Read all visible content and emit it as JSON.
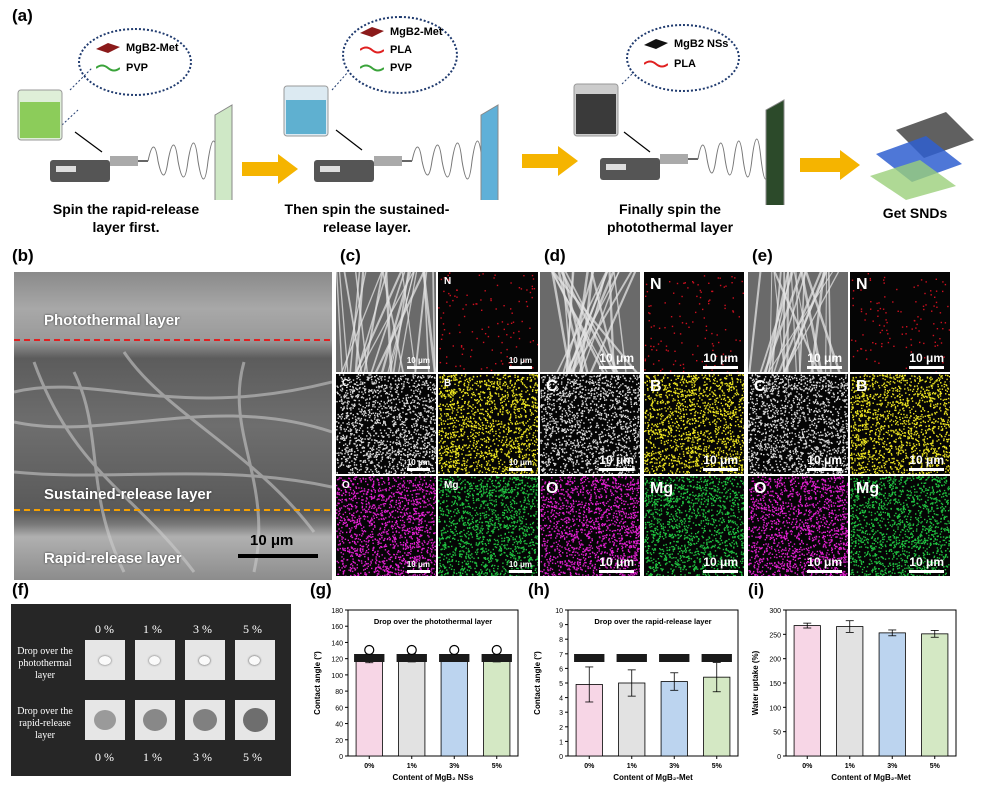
{
  "panels": {
    "a": "(a)",
    "b": "(b)",
    "c": "(c)",
    "d": "(d)",
    "e": "(e)",
    "f": "(f)",
    "g": "(g)",
    "h": "(h)",
    "i": "(i)"
  },
  "schematic": {
    "step1": {
      "legend": [
        "MgB2-Met",
        "PVP"
      ],
      "caption_line1": "Spin the rapid-release",
      "caption_line2": "layer first."
    },
    "step2": {
      "legend": [
        "MgB2-Met",
        "PLA",
        "PVP"
      ],
      "caption_line1": "Then spin the sustained-",
      "caption_line2": "release layer."
    },
    "step3": {
      "legend": [
        "MgB2 NSs",
        "PLA"
      ],
      "caption_line1": "Finally spin the",
      "caption_line2": "photothermal layer"
    },
    "final": "Get SNDs",
    "colors": {
      "arrow": "#f5b400",
      "met": "#8b1a1a",
      "pla": "#e02020",
      "pvp": "#3aa33a",
      "bubble": "#1f3a6e"
    }
  },
  "sem": {
    "photothermal": "Photothermal layer",
    "sustained": "Sustained-release layer",
    "rapid": "Rapid-release layer",
    "scale": "10 μm"
  },
  "eds": {
    "scale": "10 μm",
    "elements": [
      "N",
      "C",
      "B",
      "O",
      "Mg"
    ],
    "colors": {
      "N": "#d01020",
      "C": "#d8d8d8",
      "B": "#e8e020",
      "O": "#e020d0",
      "Mg": "#20c040"
    }
  },
  "photos": {
    "percents": [
      "0 %",
      "1 %",
      "3 %",
      "5 %"
    ],
    "row1": "Drop over the photothermal layer",
    "row2": "Drop over the rapid-release layer"
  },
  "chart_data": [
    {
      "type": "bar",
      "title": "Drop over the photothermal layer",
      "categories": [
        "0%",
        "1%",
        "3%",
        "5%"
      ],
      "values": [
        121,
        121,
        120,
        119
      ],
      "errors": [
        6,
        5,
        3,
        3
      ],
      "xlabel": "Content of MgB₂ NSs",
      "ylabel": "Contact angle (°)",
      "ylim": [
        0,
        180
      ],
      "yticks": [
        0,
        20,
        40,
        60,
        80,
        100,
        120,
        140,
        160,
        180
      ],
      "colors": [
        "#f7d6e6",
        "#e2e2e2",
        "#bcd4ef",
        "#d4e8c4"
      ]
    },
    {
      "type": "bar",
      "title": "Drop over the rapid-release layer",
      "categories": [
        "0%",
        "1%",
        "3%",
        "5%"
      ],
      "values": [
        4.9,
        5.0,
        5.1,
        5.4
      ],
      "errors": [
        1.2,
        0.9,
        0.6,
        1.0
      ],
      "xlabel": "Content of MgB₂-Met",
      "ylabel": "Contact angle (°)",
      "ylim": [
        0,
        10
      ],
      "yticks": [
        0,
        1,
        2,
        3,
        4,
        5,
        6,
        7,
        8,
        9,
        10
      ],
      "colors": [
        "#f7d6e6",
        "#e2e2e2",
        "#bcd4ef",
        "#d4e8c4"
      ]
    },
    {
      "type": "bar",
      "title": "",
      "categories": [
        "0%",
        "1%",
        "3%",
        "5%"
      ],
      "values": [
        268,
        266,
        253,
        251
      ],
      "errors": [
        5,
        12,
        6,
        7
      ],
      "xlabel": "Content of MgB₂-Met",
      "ylabel": "Water uptake (%)",
      "ylim": [
        0,
        300
      ],
      "yticks": [
        0,
        50,
        100,
        150,
        200,
        250,
        300
      ],
      "colors": [
        "#f7d6e6",
        "#e2e2e2",
        "#bcd4ef",
        "#d4e8c4"
      ]
    }
  ]
}
